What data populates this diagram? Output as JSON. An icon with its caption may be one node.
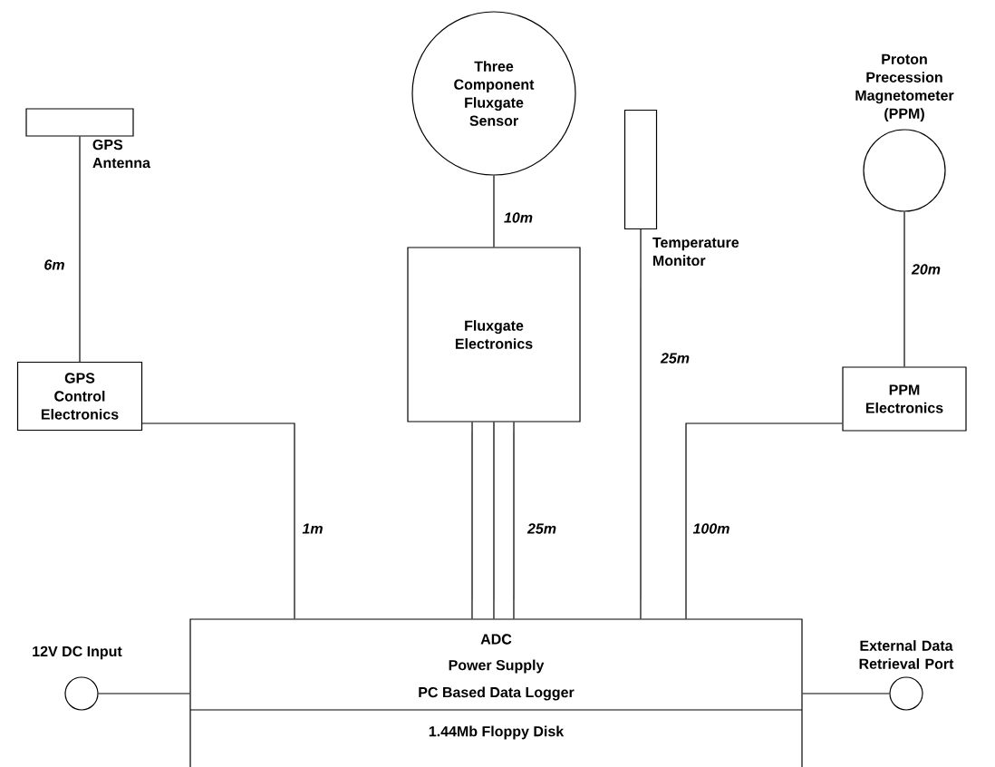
{
  "diagram": {
    "nodes": [
      {
        "text": [],
        "shape": "box",
        "beside": [
          "GPS Antenna"
        ]
      },
      {
        "text": [
          "GPS Control Electronics"
        ]
      },
      {
        "text": [
          "Three Component Fluxgate Sensor"
        ]
      },
      {
        "text": [
          "Fluxgate Electronics"
        ]
      },
      {
        "text": [],
        "shape": "box",
        "beside": [
          "Temperature Monitor"
        ]
      },
      {
        "text": [],
        "shape": "circle",
        "beside": [
          "Proton Precession Magnetometer (PPM)"
        ]
      },
      {
        "text": [
          "PPM Electronics"
        ]
      },
      {
        "text": [
          "ADC",
          "Power Supply",
          "PC Based Data Logger",
          "1.44Mb Floppy Disk"
        ]
      },
      {
        "text": [],
        "shape": "circle",
        "beside": [
          "12V DC Input"
        ]
      },
      {
        "text": [],
        "shape": "circle",
        "beside": [
          "External Data Retrieval Port"
        ]
      }
    ],
    "edges": [
      {
        "from": 0,
        "to": 1,
        "arrow": "none",
        "label": "6m"
      },
      {
        "from": 2,
        "to": 3,
        "arrow": "none",
        "label": "10m"
      },
      {
        "from": 3,
        "to": 7,
        "arrow": "none"
      },
      {
        "from": 3,
        "to": 7,
        "arrow": "none"
      },
      {
        "from": 3,
        "to": 7,
        "arrow": "none",
        "label": "25m"
      },
      {
        "from": 4,
        "to": 7,
        "arrow": "none",
        "label": "25m"
      },
      {
        "from": 5,
        "to": 6,
        "arrow": "none",
        "label": "20m"
      },
      {
        "from": 1,
        "to": 7,
        "arrow": "none",
        "label": "1m"
      },
      {
        "from": 6,
        "to": 7,
        "arrow": "none",
        "label": "100m"
      },
      {
        "from": 8,
        "to": 7,
        "arrow": "none"
      },
      {
        "from": 7,
        "to": 9,
        "arrow": "none"
      }
    ]
  }
}
